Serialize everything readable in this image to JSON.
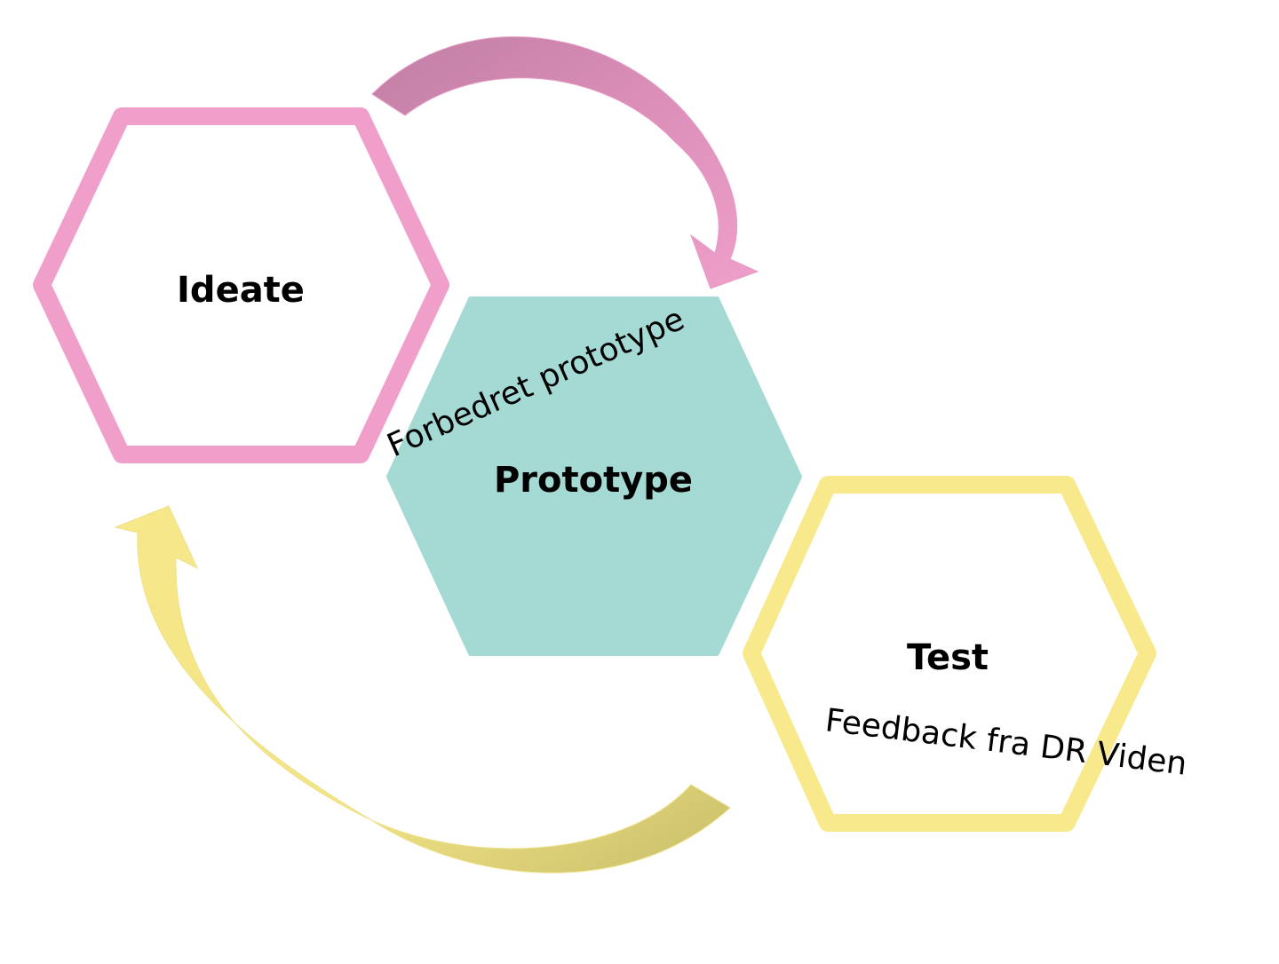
{
  "diagram": {
    "colors": {
      "ideate": "#F09FCB",
      "prototype": "#A4DAD3",
      "test": "#F8E98C",
      "arrow_top_light": "#EFA0CA",
      "arrow_top_dark": "#C07FA3",
      "arrow_bottom_light": "#F7E88B",
      "arrow_bottom_dark": "#C8BE6B"
    },
    "nodes": {
      "ideate": {
        "label": "Ideate"
      },
      "prototype": {
        "label": "Prototype"
      },
      "test": {
        "label": "Test"
      }
    },
    "annotations": {
      "improved_prototype": "Forbedret prototype",
      "feedback": "Feedback fra DR Viden"
    }
  }
}
